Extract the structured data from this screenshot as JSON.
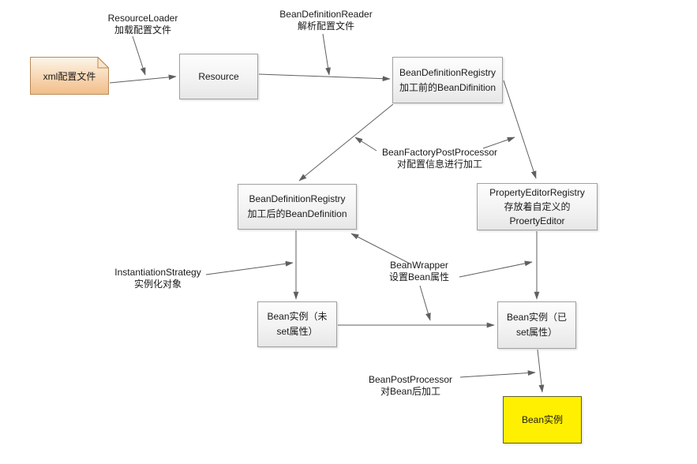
{
  "diagram": {
    "nodes": {
      "xml_config": {
        "lines": [
          "xml配置文件"
        ]
      },
      "resource": {
        "lines": [
          "Resource"
        ]
      },
      "bdr_before": {
        "lines": [
          "BeanDefinitionRegistry",
          "加工前的BeanDifinition"
        ]
      },
      "bdr_after": {
        "lines": [
          "BeanDefinitionRegistry",
          "加工后的BeanDefinition"
        ]
      },
      "property_editor": {
        "lines": [
          "PropertyEditorRegistry",
          "存放着自定义的",
          "ProertyEditor"
        ]
      },
      "bean_unset": {
        "lines": [
          "Bean实例（未",
          "set属性）"
        ]
      },
      "bean_set": {
        "lines": [
          "Bean实例（已",
          "set属性）"
        ]
      },
      "bean_final": {
        "lines": [
          "Bean实例"
        ]
      }
    },
    "labels": {
      "resource_loader": {
        "lines": [
          "ResourceLoader",
          "加载配置文件"
        ]
      },
      "bean_def_reader": {
        "lines": [
          "BeanDefinitionReader",
          "解析配置文件"
        ]
      },
      "bean_factory_pp": {
        "lines": [
          "BeanFactoryPostProcessor",
          "对配置信息进行加工"
        ]
      },
      "instantiation": {
        "lines": [
          "InstantiationStrategy",
          "实例化对象"
        ]
      },
      "bean_wrapper": {
        "lines": [
          "BeanWrapper",
          "设置Bean属性"
        ]
      },
      "bean_post_processor": {
        "lines": [
          "BeanPostProcessor",
          "对Bean后加工"
        ]
      }
    },
    "colors": {
      "node_fill_top": "#fdfdfd",
      "node_fill_bottom": "#e7e7e7",
      "node_border": "#a0a0a0",
      "doc_fill_top": "#fdf5e8",
      "doc_fill_bottom": "#f2bd87",
      "doc_fold": "#f9e6ca",
      "doc_border": "#b98a57",
      "final_fill": "#ffef00",
      "final_border": "#5f5f30",
      "arrow": "#5f5f5f",
      "text": "#1a1a1a"
    }
  }
}
